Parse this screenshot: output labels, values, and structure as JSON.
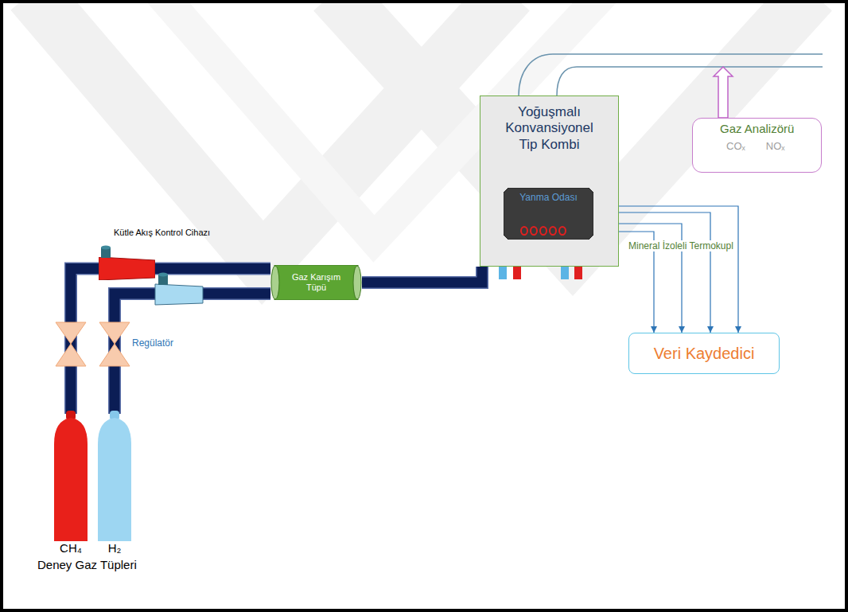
{
  "diagram": {
    "nodes": [
      {
        "text": [
          "Yoğuşmalı Konvansiyonel Tip Kombi"
        ]
      },
      {
        "text": [
          "Yanma Odası"
        ],
        "in": 0
      },
      {
        "text": [
          "Gaz Analizörü",
          "COₓ",
          "NOₓ"
        ]
      },
      {
        "text": [
          "Kütle Akış Kontrol Cihazı"
        ]
      },
      {
        "text": [
          "Gaz Karışım Tüpü"
        ]
      },
      {
        "text": [
          "Veri Kaydedici"
        ]
      },
      {
        "text": [
          "CH₄"
        ]
      },
      {
        "text": [
          "H₂"
        ]
      }
    ],
    "edges": [
      {
        "from": 6,
        "to": 3,
        "arrow": "none"
      },
      {
        "from": 3,
        "to": 4,
        "arrow": "none"
      },
      {
        "from": 7,
        "to": 4,
        "arrow": "none"
      },
      {
        "from": 4,
        "to": 0,
        "arrow": "none"
      },
      {
        "from": 1,
        "to": 5,
        "arrow": "to"
      },
      {
        "from": 1,
        "to": 5,
        "arrow": "to"
      },
      {
        "from": 1,
        "to": 5,
        "arrow": "to"
      },
      {
        "from": 1,
        "to": 5,
        "arrow": "to"
      }
    ],
    "labels": [
      "Mineral İzoleli Termokupl",
      "Regülatör",
      "Deney Gaz Tüpleri"
    ]
  }
}
